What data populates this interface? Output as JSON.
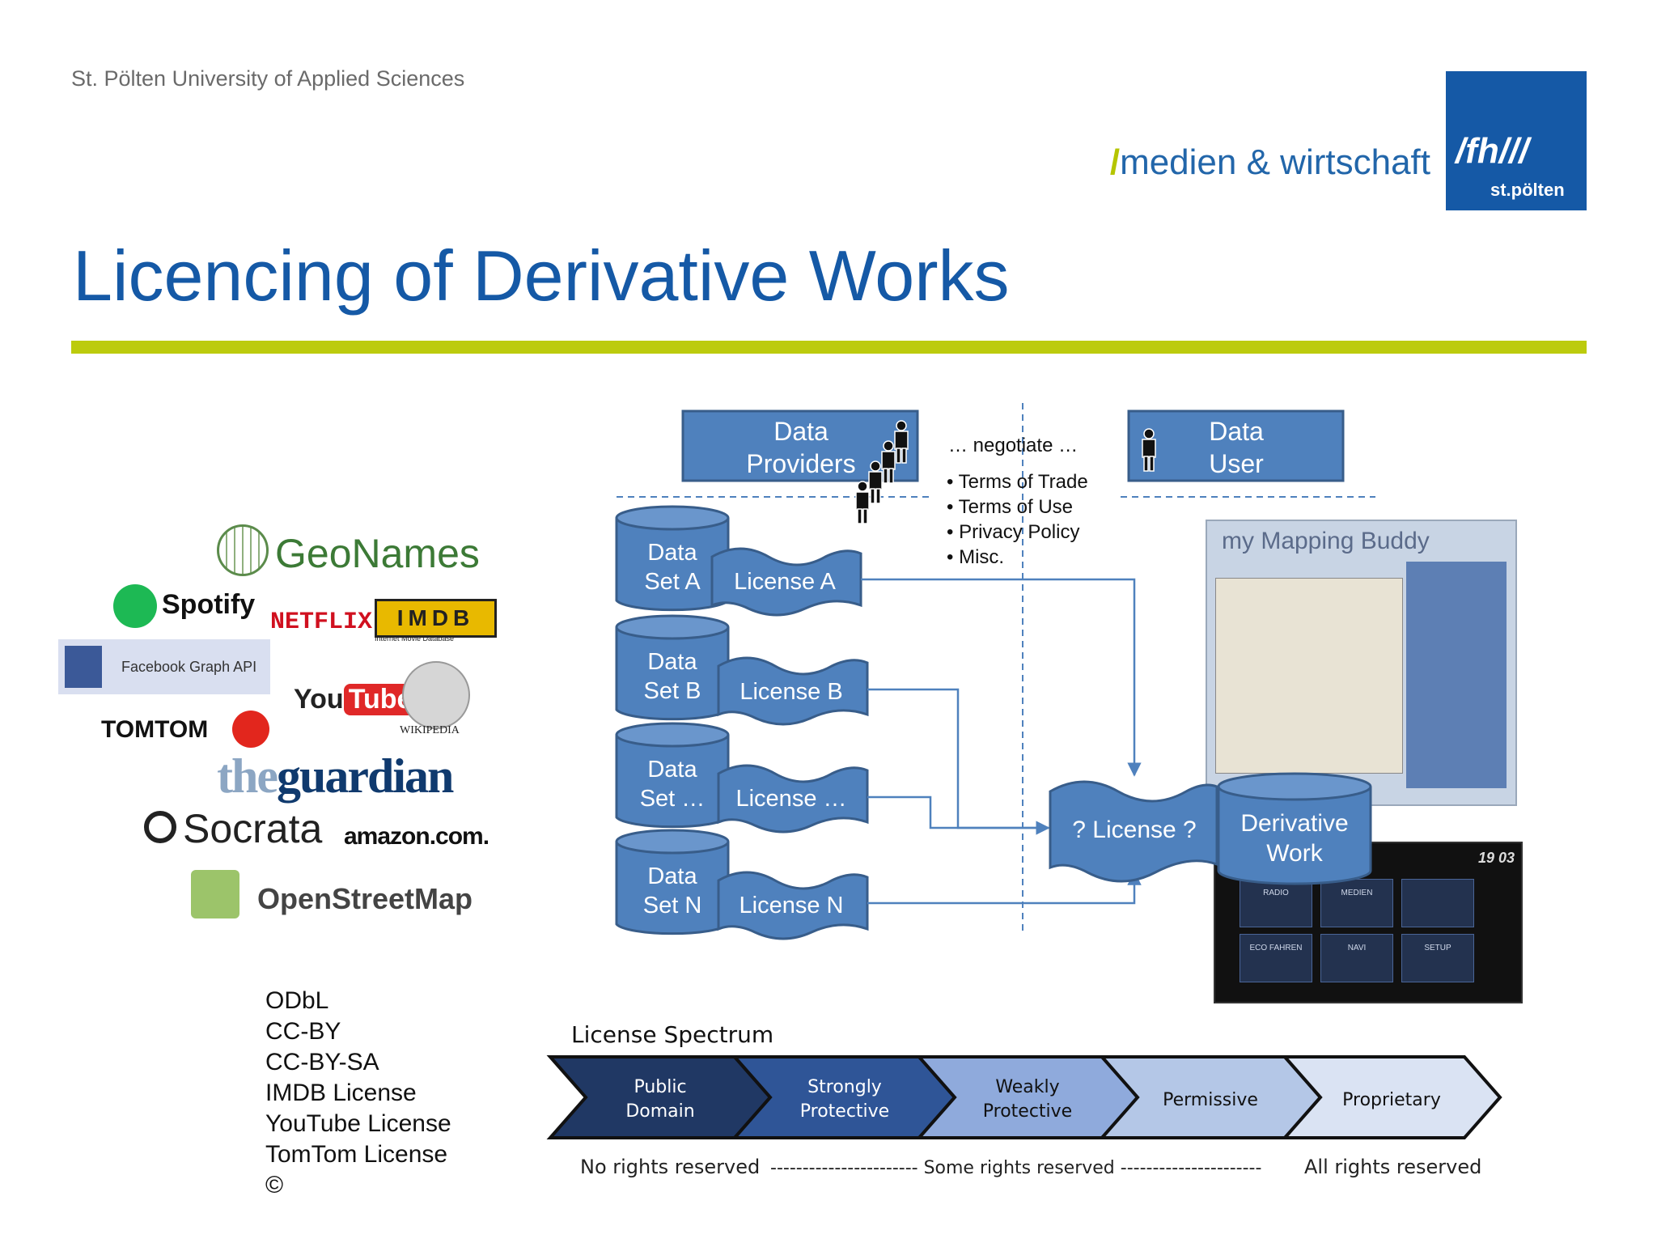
{
  "header": {
    "institution": "St. Pölten University of Applied Sciences",
    "brand": "medien & wirtschaft",
    "brand_slash": "/",
    "logo_line1": "/fh///",
    "logo_line2": "st.pölten"
  },
  "title": "Licencing of Derivative Works",
  "logos": {
    "geonames": "GeoNames",
    "spotify": "Spotify",
    "netflix": "NETFLIX",
    "imdb": "IMDB",
    "imdb_sub": "Internet Movie Database",
    "facebook": "Facebook Graph API",
    "youtube_you": "You",
    "youtube_tube": "Tube",
    "wikipedia": "WIKIPEDIA",
    "tomtom": "TOMTOM",
    "guardian_the": "the",
    "guardian_rest": "guardian",
    "socrata": "Socrata",
    "amazon": "amazon.com.",
    "osm": "OpenStreetMap"
  },
  "licenses": [
    "ODbL",
    "CC-BY",
    "CC-BY-SA",
    "IMDB License",
    "YouTube License",
    "TomTom License",
    "©"
  ],
  "diagram": {
    "providers": [
      "Data",
      "Providers"
    ],
    "user": [
      "Data",
      "User"
    ],
    "negotiate": "… negotiate …",
    "terms": [
      "Terms of Trade",
      "Terms of Use",
      "Privacy Policy",
      "Misc."
    ],
    "datasets": [
      {
        "line1": "Data",
        "line2": "Set A",
        "license": "License A"
      },
      {
        "line1": "Data",
        "line2": "Set B",
        "license": "License B"
      },
      {
        "line1": "Data",
        "line2": "Set …",
        "license": "License …"
      },
      {
        "line1": "Data",
        "line2": "Set N",
        "license": "License N"
      }
    ],
    "question": "? License ?",
    "derivative": [
      "Derivative",
      "Work"
    ],
    "map_app_title": "my Mapping Buddy",
    "car_clock": "19 03",
    "car_tiles": [
      "RADIO",
      "MEDIEN",
      "",
      "ECO FAHREN",
      "NAVI",
      "SETUP"
    ],
    "colors": {
      "box": "#4f81bd",
      "border": "#385d8a",
      "line": "#4f81bd"
    }
  },
  "spectrum": {
    "title": "License Spectrum",
    "stages": [
      {
        "label1": "Public",
        "label2": "Domain",
        "color": "#203864"
      },
      {
        "label1": "Strongly",
        "label2": "Protective",
        "color": "#2f5597"
      },
      {
        "label1": "Weakly",
        "label2": "Protective",
        "color": "#8faadc"
      },
      {
        "label1": "Permissive",
        "label2": "",
        "color": "#b4c7e7"
      },
      {
        "label1": "Proprietary",
        "label2": "",
        "color": "#dae3f3"
      }
    ],
    "no_rights": "No rights reserved",
    "some_rights": "----------------------- Some rights reserved ----------------------",
    "all_rights": "All rights reserved"
  }
}
